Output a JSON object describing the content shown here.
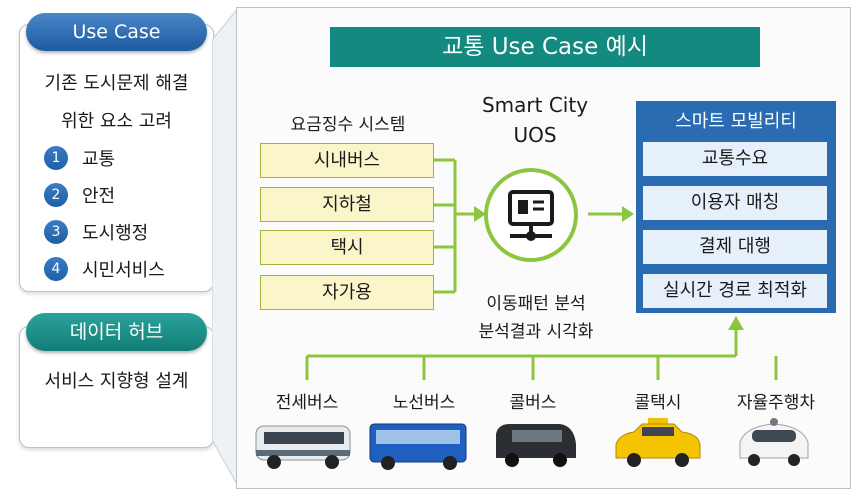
{
  "left": {
    "use_case_title": "Use Case",
    "intro_line1": "기존 도시문제 해결",
    "intro_line2": "위한 요소 고려",
    "items": [
      {
        "num": "1",
        "label": "교통"
      },
      {
        "num": "2",
        "label": "안전"
      },
      {
        "num": "3",
        "label": "도시행정"
      },
      {
        "num": "4",
        "label": "시민서비스"
      }
    ],
    "hub_title": "데이터 허브",
    "hub_text": "서비스 지향형 설계"
  },
  "main": {
    "title": "교통 Use Case 예시",
    "fee_system": {
      "label": "요금징수 시스템",
      "items": [
        "시내버스",
        "지하철",
        "택시",
        "자가용"
      ]
    },
    "uos": {
      "line1": "Smart City",
      "line2": "UOS",
      "caption_line1": "이동패턴 분석",
      "caption_line2": "분석결과 시각화"
    },
    "mobility": {
      "title": "스마트 모빌리티",
      "items": [
        "교통수요",
        "이용자 매칭",
        "결제 대행",
        "실시간 경로 최적화"
      ]
    },
    "vehicles": [
      "전세버스",
      "노선버스",
      "콜버스",
      "콜택시",
      "자율주행차"
    ]
  },
  "colors": {
    "blue_pill": "#1d5aa0",
    "teal": "#138a7f",
    "green_line": "#8cc63f",
    "fee_box": "#fbf6c9",
    "mobility_blue": "#2a6bb2",
    "mobility_item": "#e6f0fa"
  }
}
